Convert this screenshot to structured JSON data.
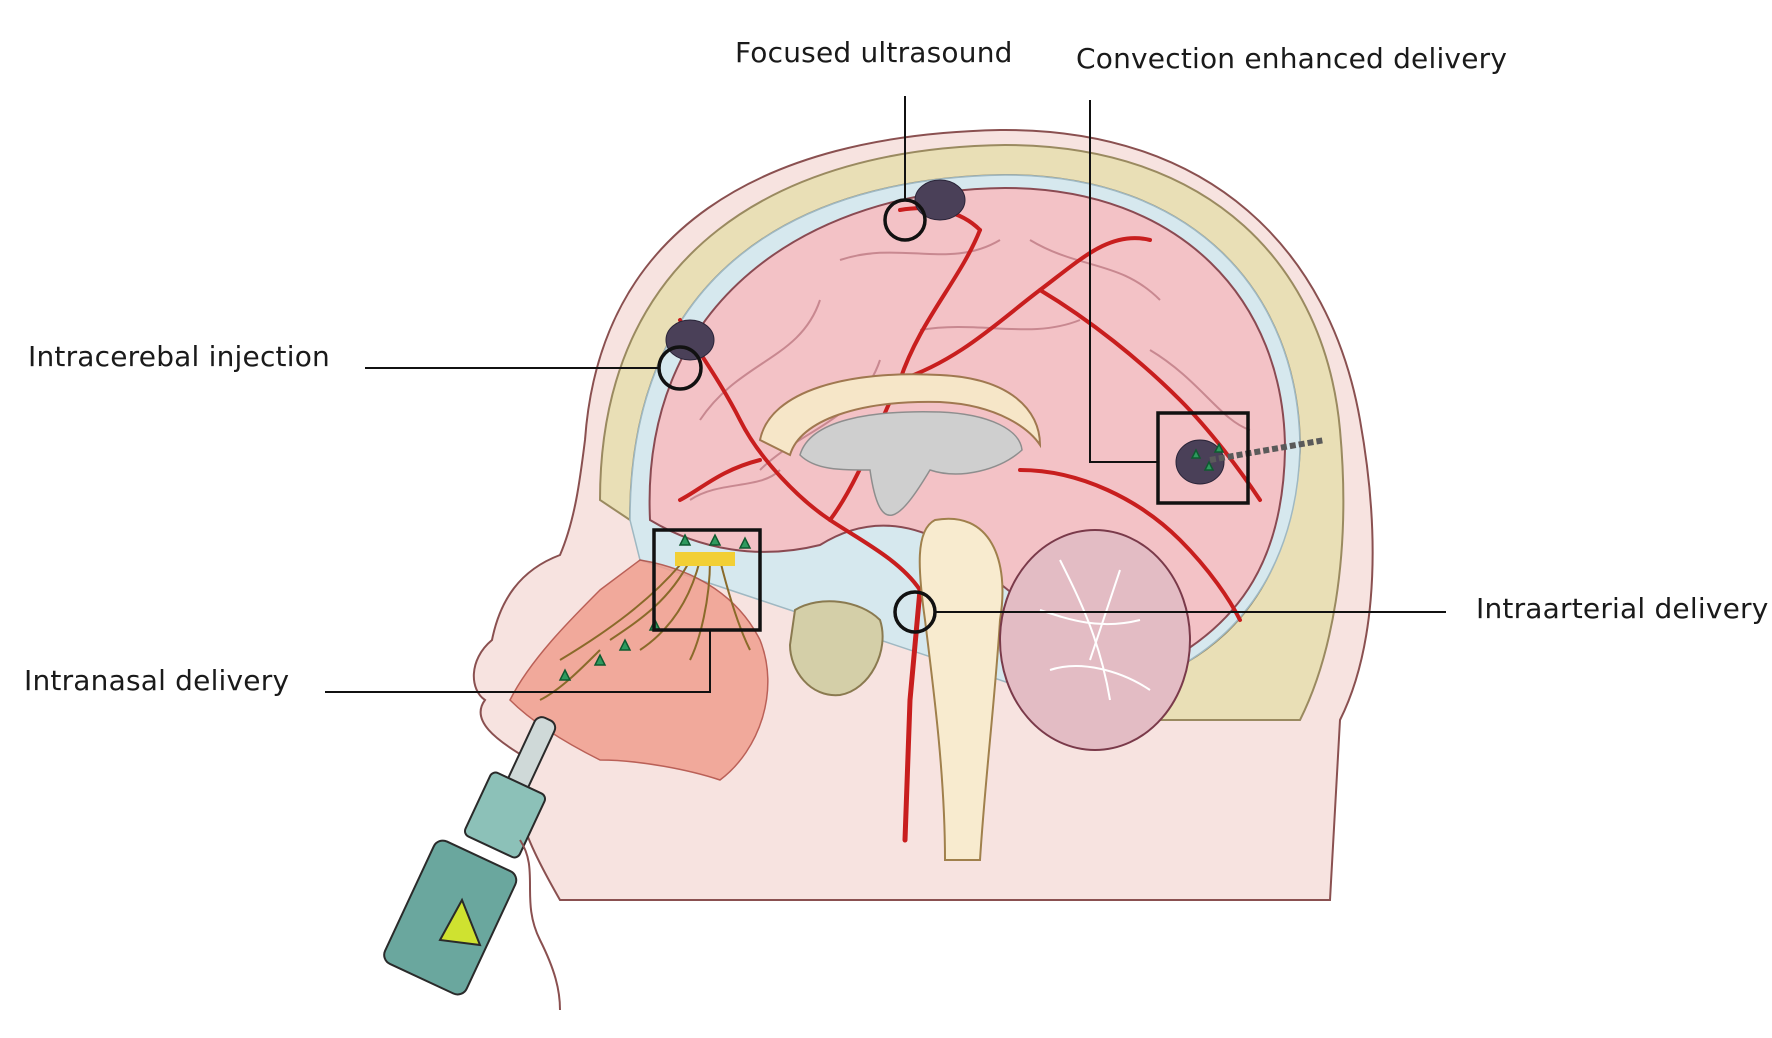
{
  "labels": {
    "focused_ultrasound": "Focused ultrasound",
    "convection_enhanced": "Convection enhanced delivery",
    "intracerebral_injection": "Intracerebal injection",
    "intranasal_delivery": "Intranasal delivery",
    "intraarterial_delivery": "Intraarterial delivery"
  },
  "colors": {
    "brain": "#f3c2c6",
    "brain_outline": "#8a4a52",
    "vessel": "#c81e1e",
    "skull": "#e9dfb6",
    "csf": "#d6e8ee",
    "skin": "#f7e3e0",
    "ventricle": "#cfcfcf",
    "tumor": "#4a4058",
    "leader_line": "#111111",
    "nasal_cavity": "#f19f8f",
    "spray_bottle": "#6aa79e",
    "drug_particle": "#2e9a5e"
  },
  "icons": {
    "nasal_spray": "nasal-spray-icon",
    "catheter": "catheter-icon"
  }
}
